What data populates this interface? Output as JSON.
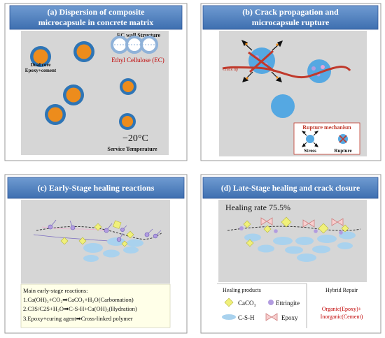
{
  "panels": {
    "a": {
      "title_line1": "(a) Dispersion of composite",
      "title_line2": "microcapsule in concrete matrix",
      "ec_wall": "EC wall Structure",
      "ethyl": "Ethyl Cellulose (EC)",
      "dual_core_1": "Dual core",
      "dual_core_2": "Epoxy+cement",
      "temp": "−20°C",
      "service": "Service Temperature"
    },
    "b": {
      "title_line1": "(b) Crack propagation and",
      "title_line2": "microcapsule rupture",
      "crack_tip": "Crack tip",
      "rupture_mechanism": "Rupture mechanism",
      "stress": "Stress",
      "rupture": "Rupture"
    },
    "c": {
      "title": "(c) Early-Stage healing reactions",
      "reactions_header": "Main early-stage reactions:",
      "r1": "1.Ca(OH)₂+CO₂➡CaCO₃+H₂O(Carbomation)",
      "r2": "2.C3S/C2S+H₂O➡C-S-H+Ca(OH)₂(Hydration)",
      "r3": "3.Epoxy+curing agent➡Cross-linked polymer"
    },
    "d": {
      "title": "(d) Late-Stage healing and crack closure",
      "healing_rate": "Healing rate 75.5%",
      "legend_title": "Healing products",
      "caco3": "CaCO₃",
      "ettringite": "Ettringite",
      "csh": "C-S-H",
      "epoxy": "Epoxy",
      "hybrid_title": "Hybrid Repair",
      "hybrid_1": "Organic(Epoxy)+",
      "hybrid_2": "Inorganic(Cement)"
    }
  },
  "colors": {
    "title_bar": "#4f81bd",
    "panel_bg": "#d6d6d6",
    "capsule_shell": "#2e75b6",
    "capsule_core": "#ed8c1c",
    "crack": "#c0392b",
    "blue_capsule": "#55a8e2",
    "caco3": "#f0f07a",
    "ettringite": "#b29ce0",
    "csh": "#a9d2ee",
    "epoxy": "#f0b0b0"
  }
}
